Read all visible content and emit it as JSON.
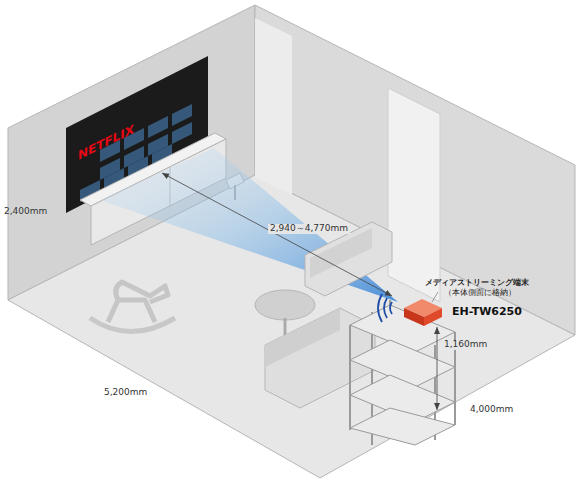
{
  "diagram": {
    "labels": [
      "NETFLIX",
      "2,400mm",
      "2,940～4,770mm",
      "メディアストリーミング端末",
      "（本体側面に格納）",
      "EH-TW6250",
      "1,160mm",
      "5,200mm",
      "4,000mm"
    ]
  }
}
